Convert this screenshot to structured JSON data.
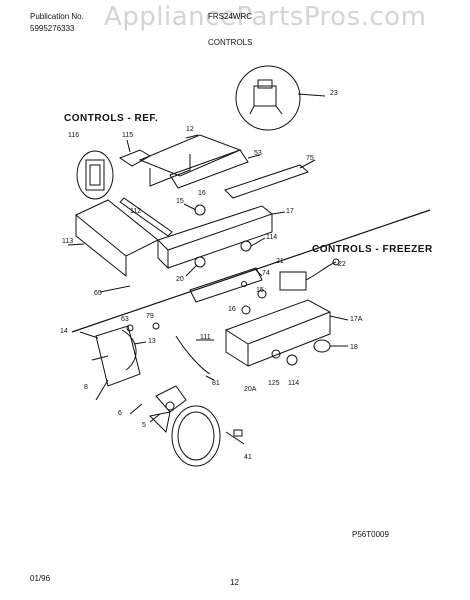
{
  "header": {
    "publication_label": "Publication No.",
    "publication_number": "5995276333",
    "model": "FRS24WRC",
    "title": "CONTROLS",
    "watermark": "AppliancePartsPros.com"
  },
  "sections": {
    "ref": "CONTROLS - REF.",
    "freezer": "CONTROLS - FREEZER"
  },
  "callouts": [
    "23",
    "12",
    "53",
    "75",
    "116",
    "115",
    "16",
    "15",
    "112",
    "17",
    "113",
    "114",
    "20",
    "21",
    "22",
    "74",
    "65",
    "63",
    "79",
    "16",
    "15",
    "14",
    "13",
    "111",
    "17A",
    "18",
    "8",
    "81",
    "20A",
    "125",
    "114",
    "6",
    "5",
    "41"
  ],
  "footer": {
    "date": "01/96",
    "page": "12",
    "drawing_id": "P56T0009"
  }
}
